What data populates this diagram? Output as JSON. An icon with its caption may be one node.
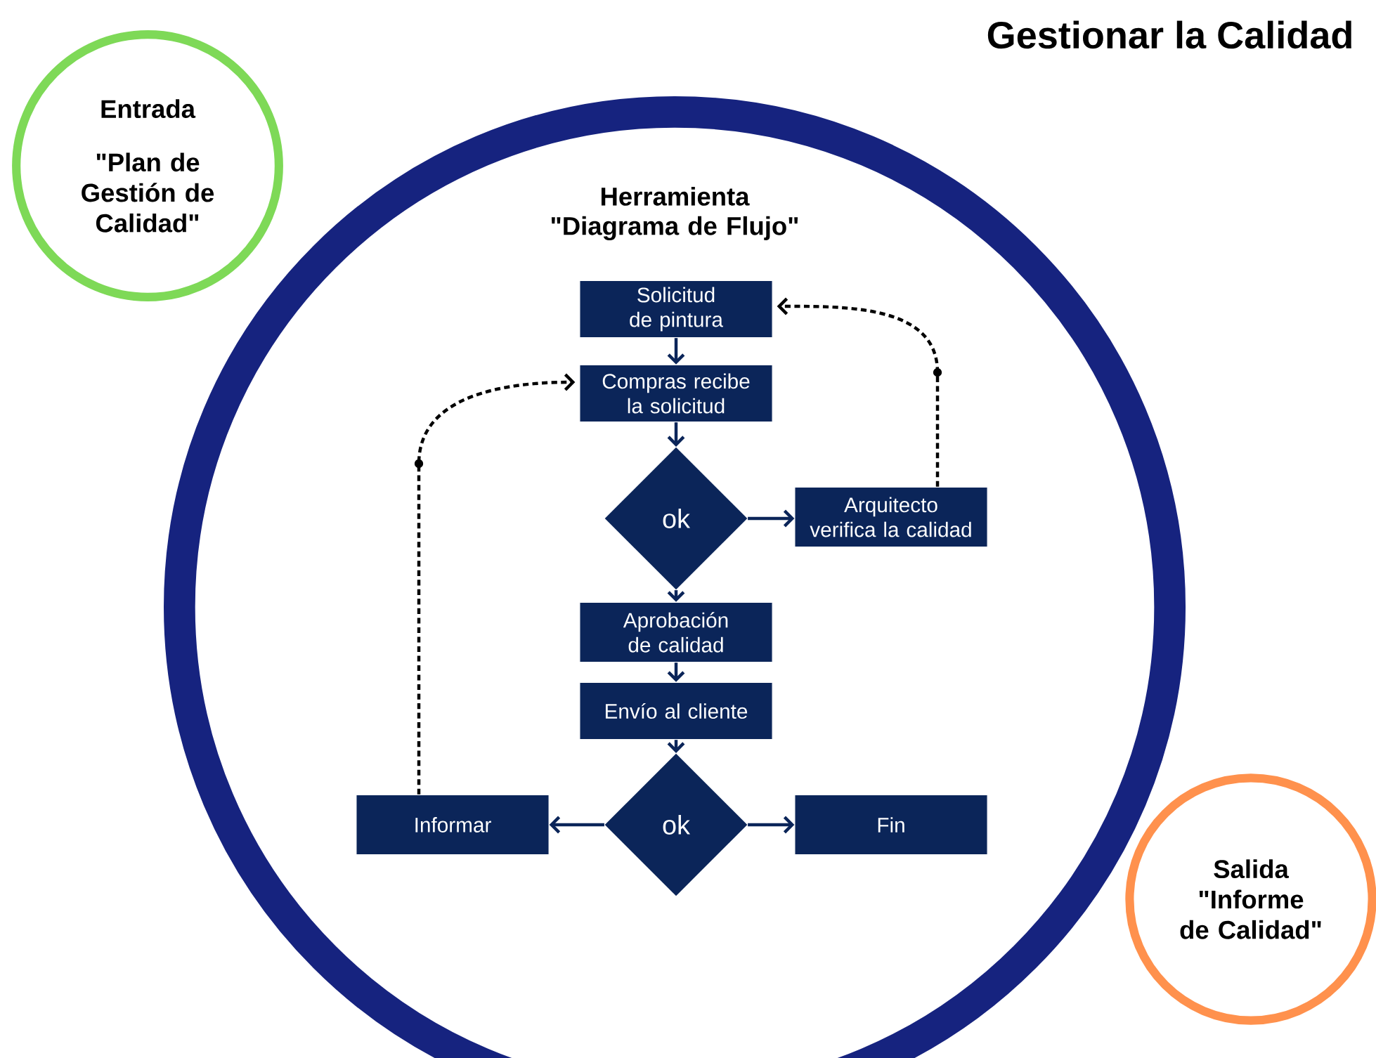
{
  "diagram": {
    "title": "Gestionar la Calidad",
    "nodes": [
      {
        "text": [
          "Entrada",
          "\"Plan de Gestión de Calidad\""
        ]
      },
      {
        "text": [
          "Herramienta \"Diagrama de Flujo\""
        ]
      },
      {
        "text": [
          "Solicitud de pintura"
        ],
        "in": 1
      },
      {
        "text": [
          "Compras recibe la solicitud"
        ],
        "in": 1
      },
      {
        "text": [
          "ok"
        ],
        "in": 1
      },
      {
        "text": [
          "Arquitecto verifica la calidad"
        ],
        "in": 1
      },
      {
        "text": [
          "Aprobación de calidad"
        ],
        "in": 1
      },
      {
        "text": [
          "Envío al cliente"
        ],
        "in": 1
      },
      {
        "text": [
          "ok"
        ],
        "in": 1
      },
      {
        "text": [
          "Informar"
        ],
        "in": 1
      },
      {
        "text": [
          "Fin"
        ],
        "in": 1
      },
      {
        "text": [
          "Salida \"Informe de Calidad\""
        ]
      }
    ],
    "edges": [
      {
        "from": 2,
        "to": 3,
        "arrow": "to"
      },
      {
        "from": 3,
        "to": 4,
        "arrow": "to"
      },
      {
        "from": 4,
        "to": 5,
        "arrow": "to"
      },
      {
        "from": 4,
        "to": 6,
        "arrow": "to"
      },
      {
        "from": 6,
        "to": 7,
        "arrow": "to"
      },
      {
        "from": 7,
        "to": 8,
        "arrow": "to"
      },
      {
        "from": 8,
        "to": 9,
        "arrow": "to"
      },
      {
        "from": 8,
        "to": 10,
        "arrow": "to"
      },
      {
        "from": 5,
        "to": 2,
        "arrow": "to",
        "style": "dashed",
        "color": "#000000"
      },
      {
        "from": 9,
        "to": 3,
        "arrow": "to",
        "style": "dashed",
        "color": "#000000"
      }
    ]
  }
}
